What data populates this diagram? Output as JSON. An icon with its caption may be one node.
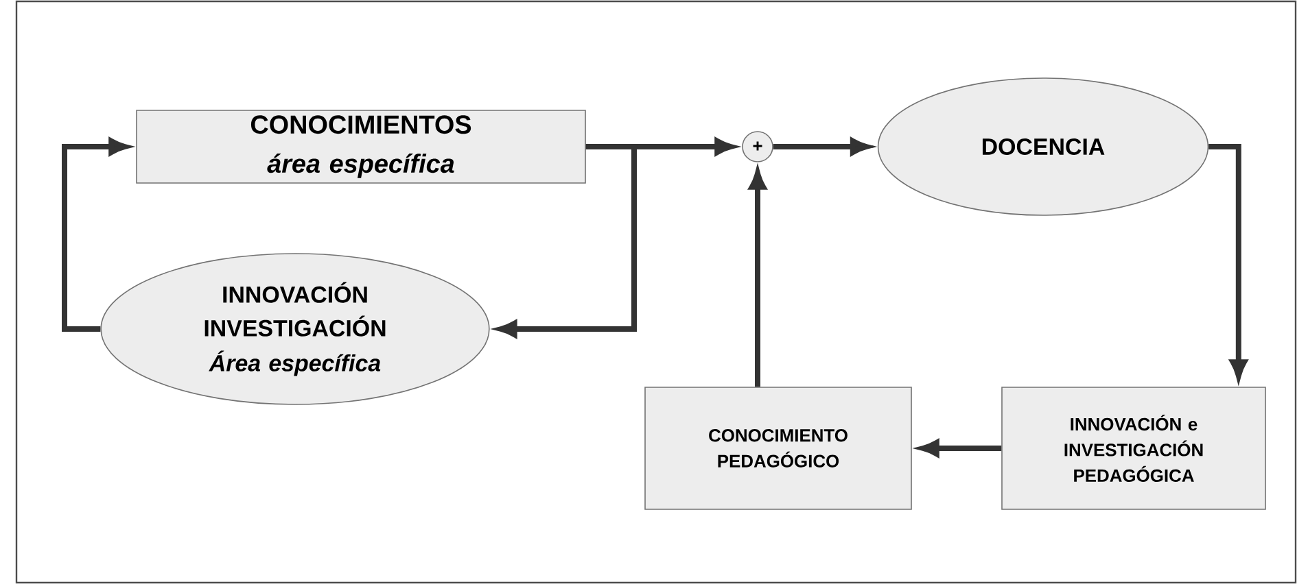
{
  "diagram": {
    "nodes": [
      {
        "text": [
          "CONOCIMIENTOS",
          "área específica"
        ]
      },
      {
        "text": [
          "INNOVACIÓN INVESTIGACIÓN",
          "Área específica"
        ]
      },
      {
        "text": [
          "+"
        ]
      },
      {
        "text": [
          "DOCENCIA"
        ]
      },
      {
        "text": [
          "INNOVACIÓN e INVESTIGACIÓN PEDAGÓGICA"
        ]
      },
      {
        "text": [
          "CONOCIMIENTO PEDAGÓGICO"
        ]
      }
    ],
    "edges": [
      {
        "from": 0,
        "to": 2,
        "arrow": "to"
      },
      {
        "from": 0,
        "to": 1,
        "arrow": "to"
      },
      {
        "from": 1,
        "to": 0,
        "arrow": "to"
      },
      {
        "from": 2,
        "to": 3,
        "arrow": "to"
      },
      {
        "from": 3,
        "to": 4,
        "arrow": "to"
      },
      {
        "from": 4,
        "to": 5,
        "arrow": "to"
      },
      {
        "from": 5,
        "to": 2,
        "arrow": "to"
      }
    ]
  }
}
